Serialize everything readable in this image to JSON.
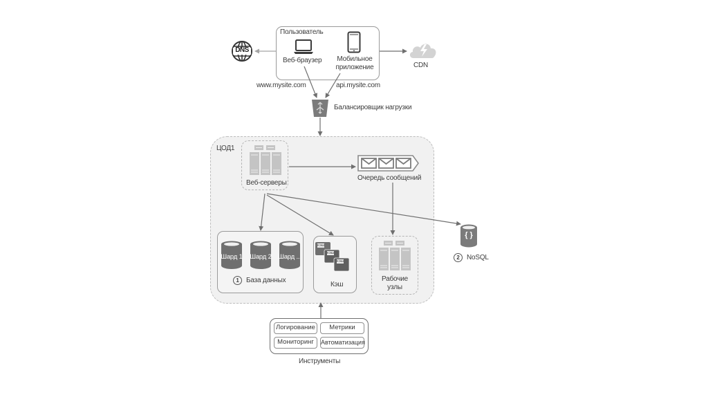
{
  "user_group": {
    "title": "Пользователь",
    "web_browser": "Веб-браузер",
    "mobile_app_line1": "Мобильное",
    "mobile_app_line2": "приложение"
  },
  "dns": {
    "label": "DNS"
  },
  "cdn": {
    "label": "CDN"
  },
  "links": {
    "web_domain": "www.mysite.com",
    "api_domain": "api.mysite.com"
  },
  "load_balancer": {
    "label": "Балансировщик нагрузки"
  },
  "data_center": {
    "title": "ЦОД1",
    "web_servers": "Веб-серверы",
    "message_queue": "Очередь сообщений",
    "database": {
      "number": "1",
      "label": "База данных",
      "shards": [
        "Шард 1",
        "Шард 2",
        "Шард ..."
      ]
    },
    "cache": {
      "label": "Кэш",
      "items": [
        "КЭШ",
        "КЭШ",
        "КЭШ"
      ]
    },
    "workers_line1": "Рабочие",
    "workers_line2": "узлы"
  },
  "nosql": {
    "number": "2",
    "label": "NoSQL"
  },
  "tools": {
    "title": "Инструменты",
    "items": [
      "Логирование",
      "Метрики",
      "Мониторинг",
      "Автоматизация"
    ]
  },
  "colors": {
    "icon_gray": "#7b7b7b",
    "light_gray": "#c4c4c4",
    "arrow": "#6f6f6f",
    "dc_fill": "#f1f1f1"
  }
}
